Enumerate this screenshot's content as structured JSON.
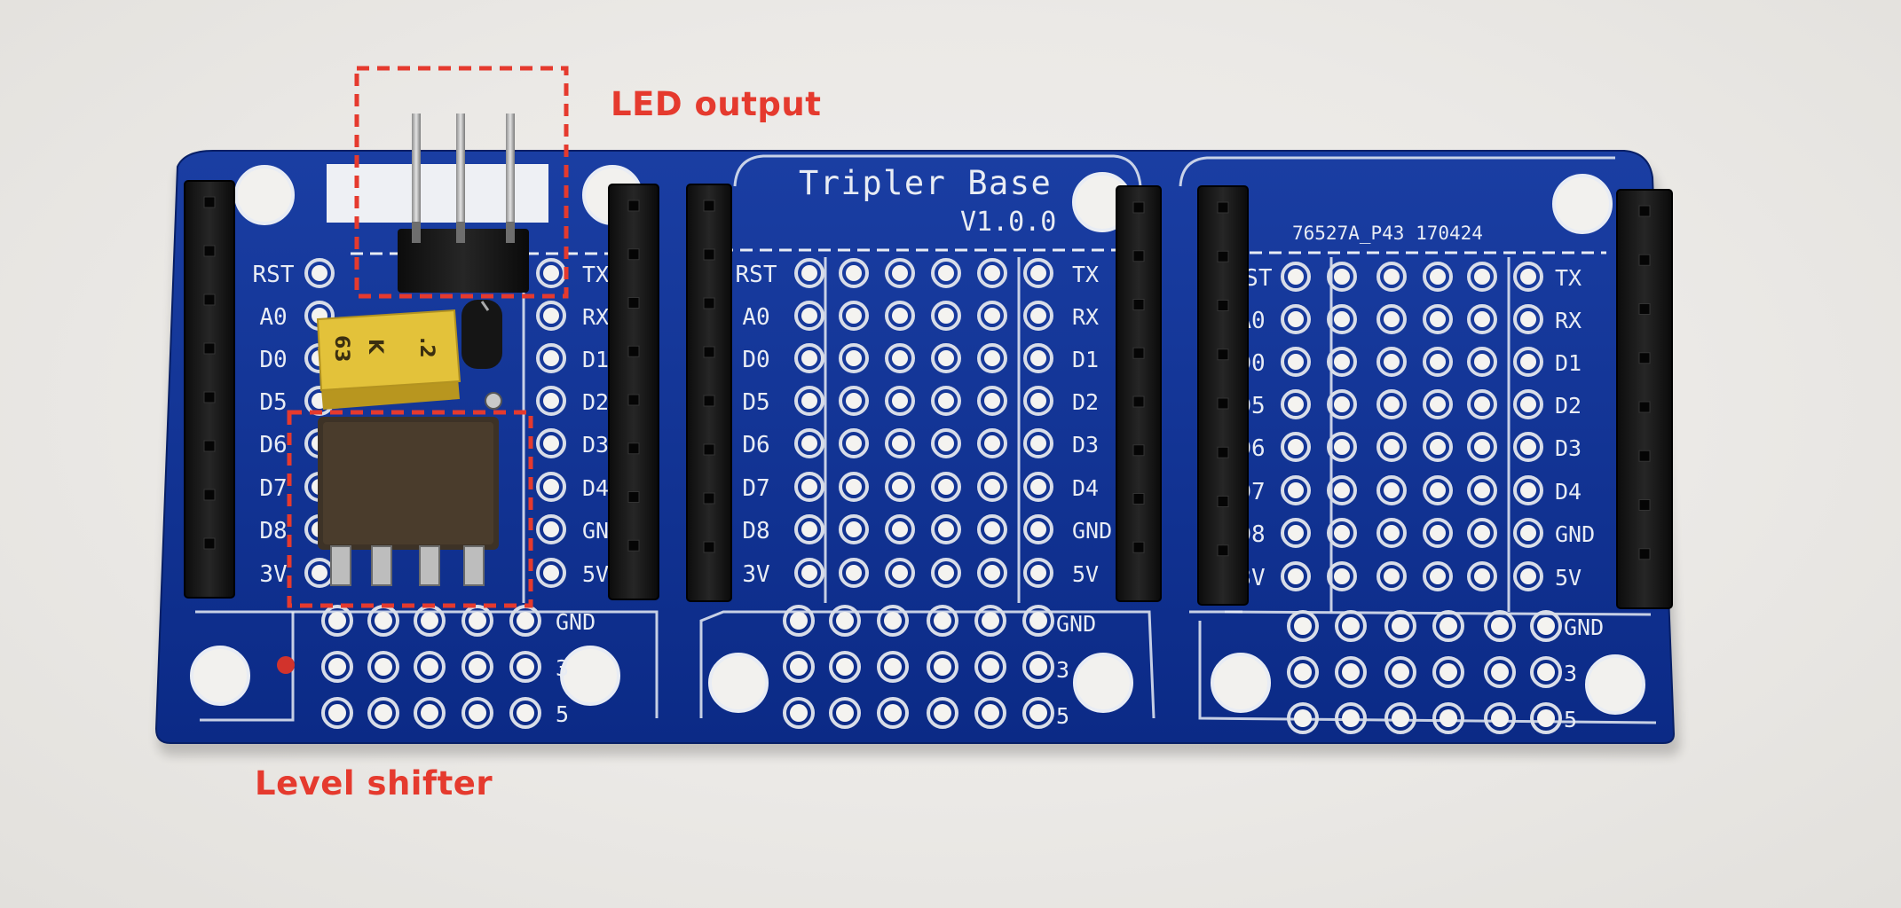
{
  "annotations": {
    "led_output": "LED output",
    "level_shifter": "Level shifter",
    "color": "#e53a2e"
  },
  "board": {
    "title": "Tripler Base",
    "version": "V1.0.0",
    "part_code": "76527A_P43 170424",
    "pcb_color": "#0f2f8f",
    "silk_color": "#e8ecf4",
    "left_pin_labels": [
      "RST",
      "A0",
      "D0",
      "D5",
      "D6",
      "D7",
      "D8",
      "3V"
    ],
    "right_pin_labels": [
      "TX",
      "RX",
      "D1",
      "D2",
      "D3",
      "D4",
      "GND",
      "5V"
    ],
    "rail_labels": [
      "GND",
      "3",
      "5"
    ]
  },
  "capacitor": {
    "marking_left": "63",
    "marking_mid": "K",
    "marking_right": ".2",
    "color": "#e3c23a"
  }
}
